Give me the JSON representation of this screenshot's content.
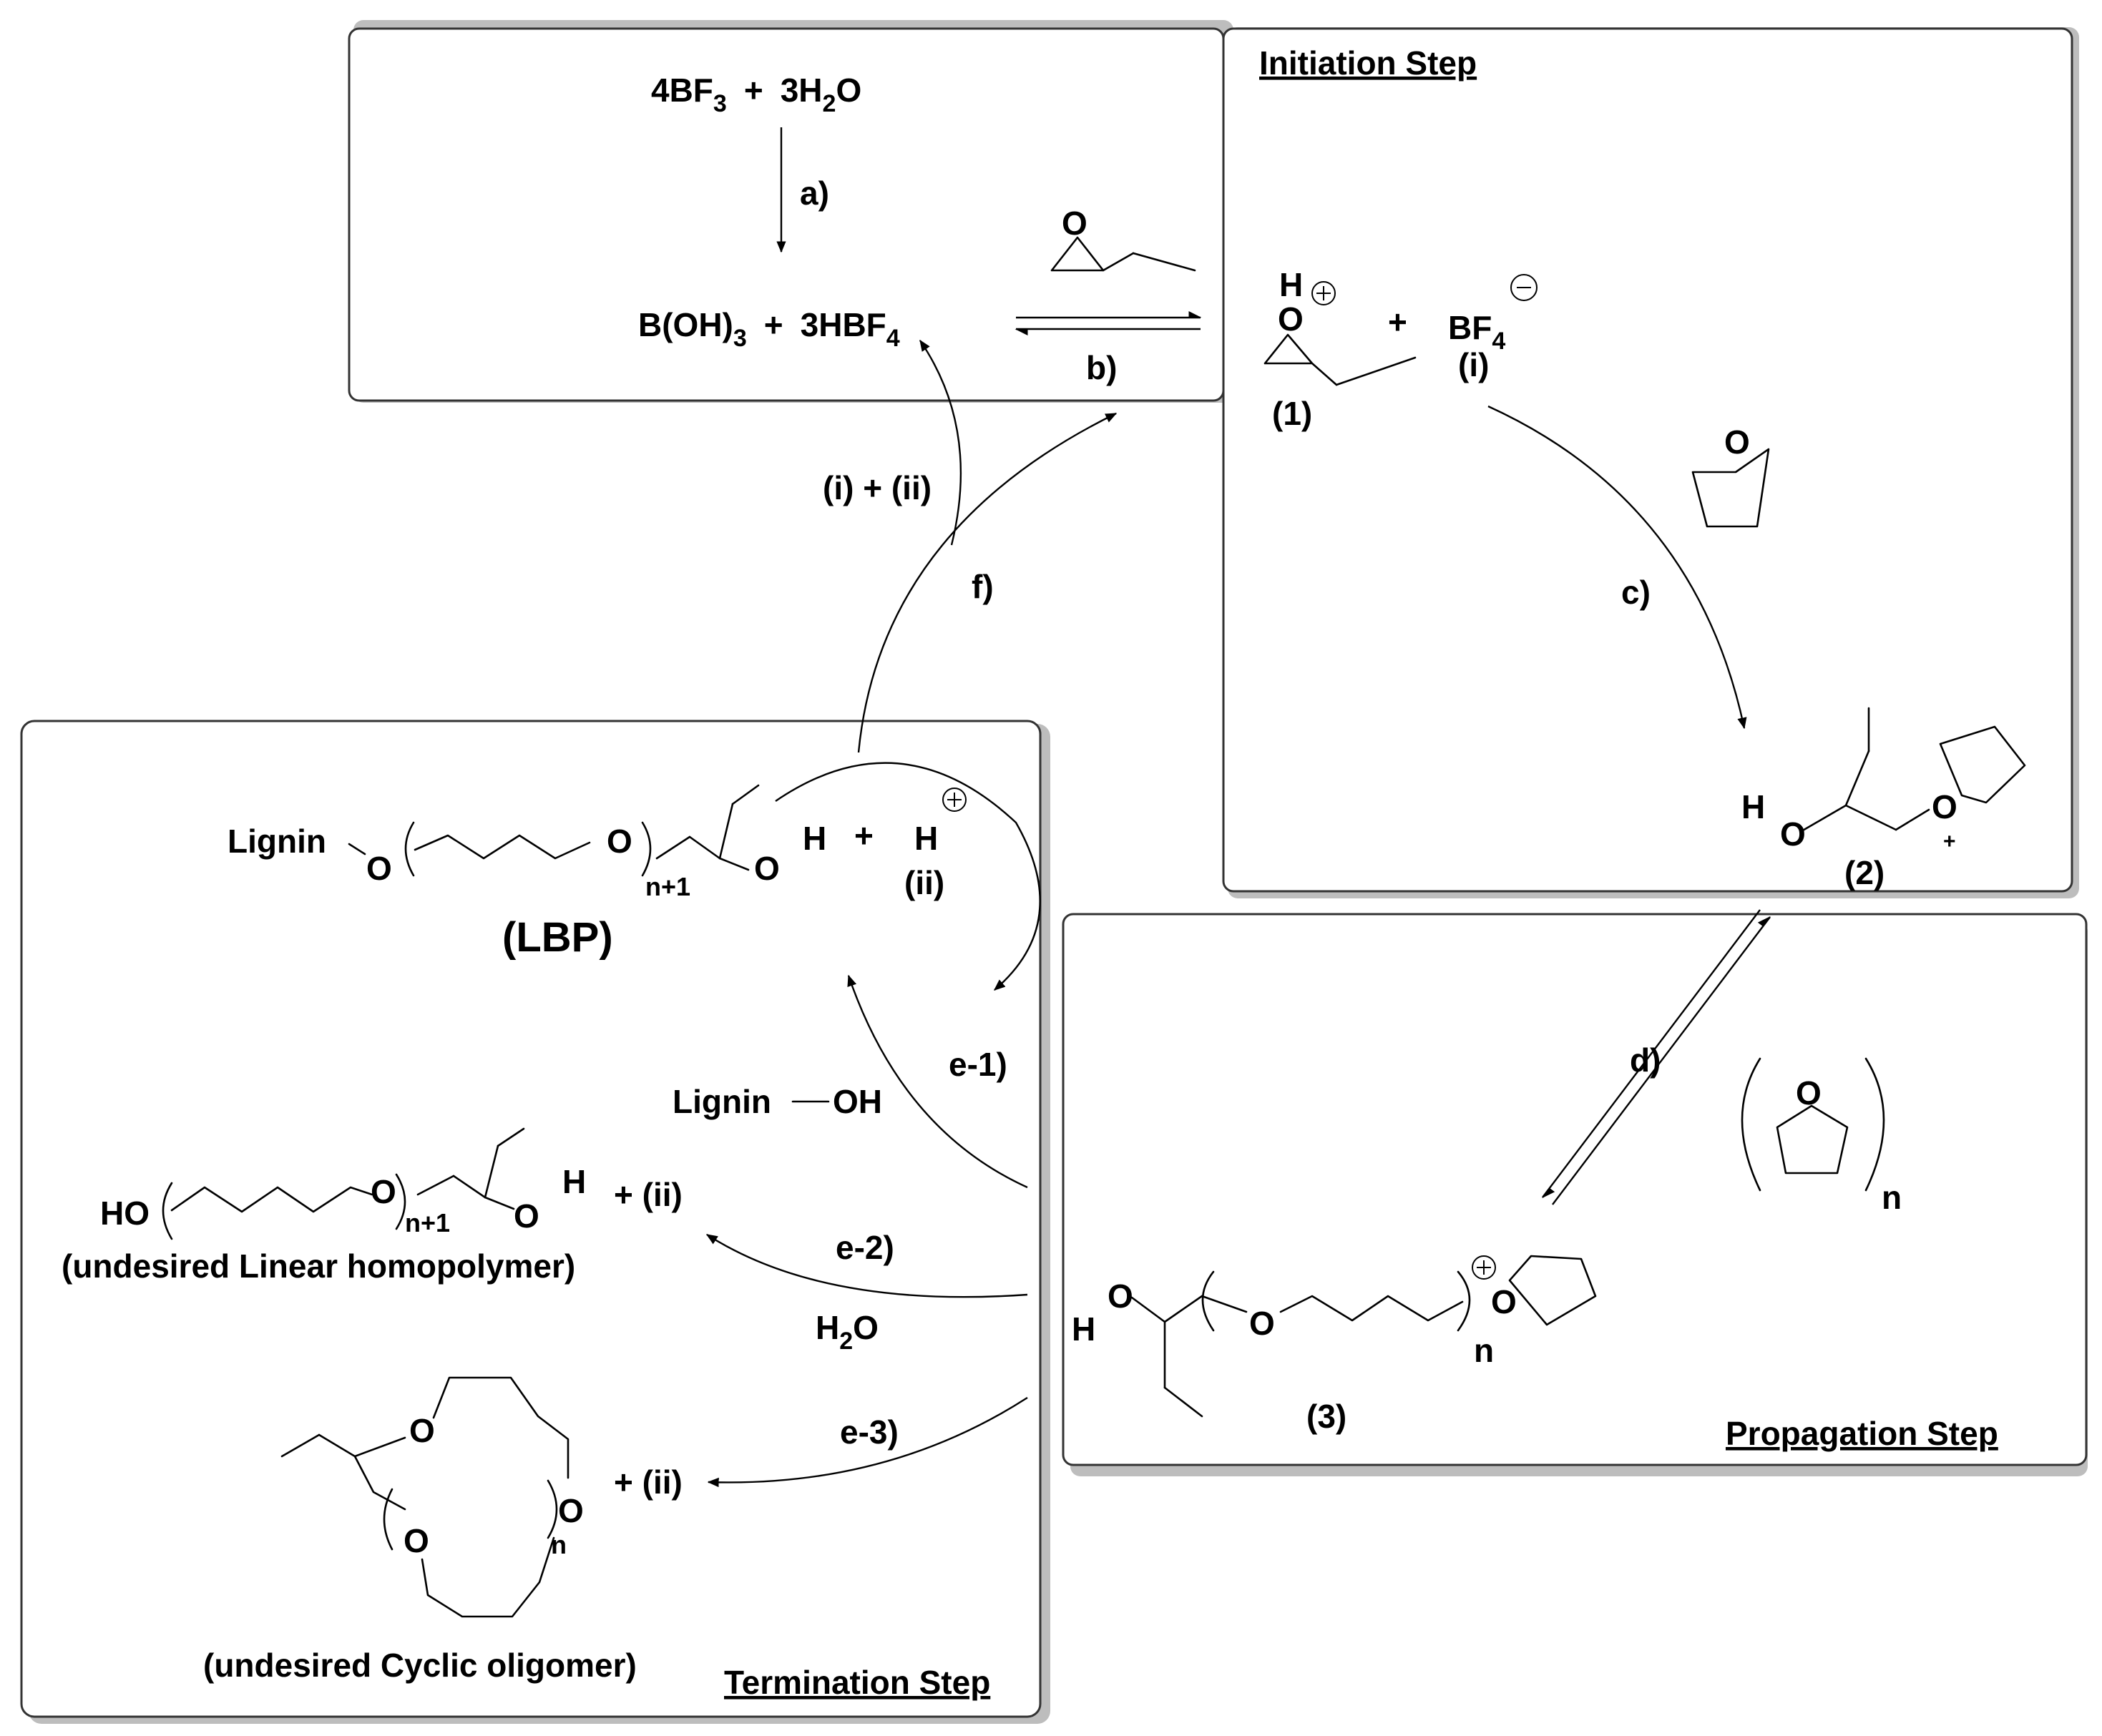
{
  "panels": {
    "initiation_title": "Initiation Step",
    "propagation_title": "Propagation Step",
    "termination_title": "Termination Step"
  },
  "reaction_a": {
    "reactants": [
      "4BF",
      "3",
      "+",
      "3H",
      "2",
      "O"
    ],
    "step": "a)",
    "products": [
      "B(OH)",
      "3",
      "+",
      "3HBF",
      "4"
    ]
  },
  "steps": {
    "b": "b)",
    "c": "c)",
    "d": "d)",
    "e1": "e-1)",
    "e2": "e-2)",
    "e3": "e-3)",
    "f": "f)",
    "f_species": "(i) + (ii)"
  },
  "initiation": {
    "h_label": "H",
    "o_label": "O",
    "plus": "+",
    "bf_label": "BF",
    "bf_sub": "4",
    "i_label": "(i)",
    "compound1": "(1)",
    "compound2": "(2)",
    "thf_o": "O",
    "c2_h": "H",
    "c2_o1": "O",
    "c2_o2": "O",
    "c2_plus": "+"
  },
  "propagation": {
    "compound3": "(3)",
    "n": "n",
    "n2": "n",
    "h": "H",
    "o": "O",
    "o2": "O",
    "o3": "O",
    "thf_o": "O"
  },
  "termination": {
    "lignin": "Lignin",
    "o1": "O",
    "o2": "O",
    "o3": "O",
    "h": "H",
    "n1": "n+1",
    "plus": "+",
    "proton": "H",
    "ii": "(ii)",
    "lbp": "(LBP)",
    "lignin_oh": "Lignin",
    "oh": "OH",
    "ho": "HO",
    "lin_o1": "O",
    "lin_o2": "O",
    "lin_h": "H",
    "lin_n1": "n+1",
    "lin_plus_ii": "+ (ii)",
    "linear_caption": "(undesired Linear homopolymer)",
    "water": "H",
    "water_sub": "2",
    "water_o": "O",
    "cyc_o1": "O",
    "cyc_o2": "O",
    "cyc_o3": "O",
    "cyc_n": "n",
    "cyc_plus_ii": "+ (ii)",
    "cyclic_caption": "(undesired Cyclic oligomer)"
  }
}
